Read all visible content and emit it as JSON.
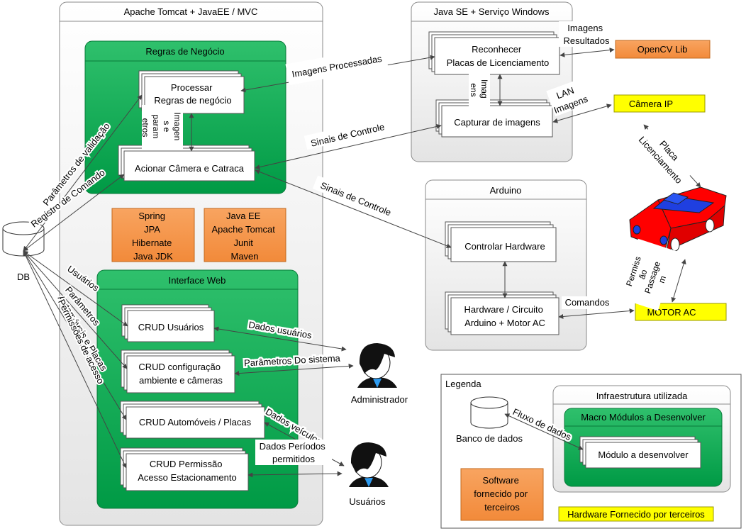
{
  "containers": {
    "tomcat": "Apache Tomcat + JavaEE / MVC",
    "javase": "Java SE + Serviço Windows",
    "arduino": "Arduino",
    "infra": "Infraestrutura utilizada"
  },
  "modules": {
    "regras": "Regras de Negócio",
    "interface_web": "Interface Web",
    "legend_macro": "Macro Módulos a Desenvolver"
  },
  "boxes": {
    "processar": [
      "Processar",
      "Regras de negócio"
    ],
    "acionar": [
      "Acionar Câmera e Catraca"
    ],
    "reconhecer": [
      "Reconhecer",
      "Placas de Licenciamento"
    ],
    "capturar": [
      "Capturar de imagens"
    ],
    "controlar": [
      "Controlar Hardware"
    ],
    "hardware": [
      "Hardware / Circuito",
      "Arduino + Motor AC"
    ],
    "crud_usuarios": [
      "CRUD Usuários"
    ],
    "crud_config": [
      "CRUD configuração",
      "ambiente e câmeras"
    ],
    "crud_auto": [
      "CRUD Automóveis / Placas"
    ],
    "crud_perm": [
      "CRUD Permissão",
      "Acesso Estacionamento"
    ],
    "legend_modulo": [
      "Módulo a desenvolver"
    ]
  },
  "third_party": {
    "spring": [
      "Spring",
      "JPA",
      "Hibernate",
      "Java JDK"
    ],
    "javaee": [
      "Java EE",
      "Apache Tomcat",
      "Junit",
      "Maven"
    ],
    "opencv": "OpenCV Lib",
    "legend_software": [
      "Software",
      "fornecido por",
      "terceiros"
    ]
  },
  "hardware_items": {
    "camera": "Câmera IP",
    "motor": "MOTOR AC",
    "legend_hardware": "Hardware Fornecido por terceiros"
  },
  "actors": {
    "db": "DB",
    "admin": "Administrador",
    "users": "Usuários",
    "legend_db": "Banco de dados"
  },
  "legend_title": "Legenda",
  "edge_labels": {
    "imagens_processadas": "Imagens Processadas",
    "imagens_resultados": [
      "Imagens",
      "Resultados"
    ],
    "lan_imagens": [
      "LAN",
      "Imagens"
    ],
    "sinais1": "Sinais de Controle",
    "sinais2": "Sinais de Controle",
    "imagens_vert": [
      "Imag",
      "ens"
    ],
    "imagens_params": [
      "Imagen",
      "s e",
      "param",
      "etros"
    ],
    "parametros_validacao": "Parâmetros de validação",
    "registro_comando": "Registro de Comando",
    "usuarios_edge": "Usuários",
    "parametros_edge": "Parâmetros",
    "automoveis_placas": "Automóveis e Placas",
    "permissoes_acesso": "Permissões de acesso",
    "dados_usuarios": "Dados usuários",
    "parametros_sistema": "Parâmetros Do sistema",
    "dados_veiculos": "Dados veículos",
    "dados_periodos": [
      "Dados Períodos",
      "permitidos"
    ],
    "comandos": "Comandos",
    "placa_licenciamento": [
      "Placa",
      "Licenciamento"
    ],
    "permissao_passagem": [
      "Permiss",
      "ão",
      "Passage",
      "m"
    ],
    "fluxo_dados": "Fluxo de dados"
  },
  "colors": {
    "module_green": "#00a651",
    "third_party_orange": "#f79646",
    "hardware_yellow": "#ffff00",
    "car_red": "#ff0000",
    "car_blue": "#1f3fe0"
  }
}
